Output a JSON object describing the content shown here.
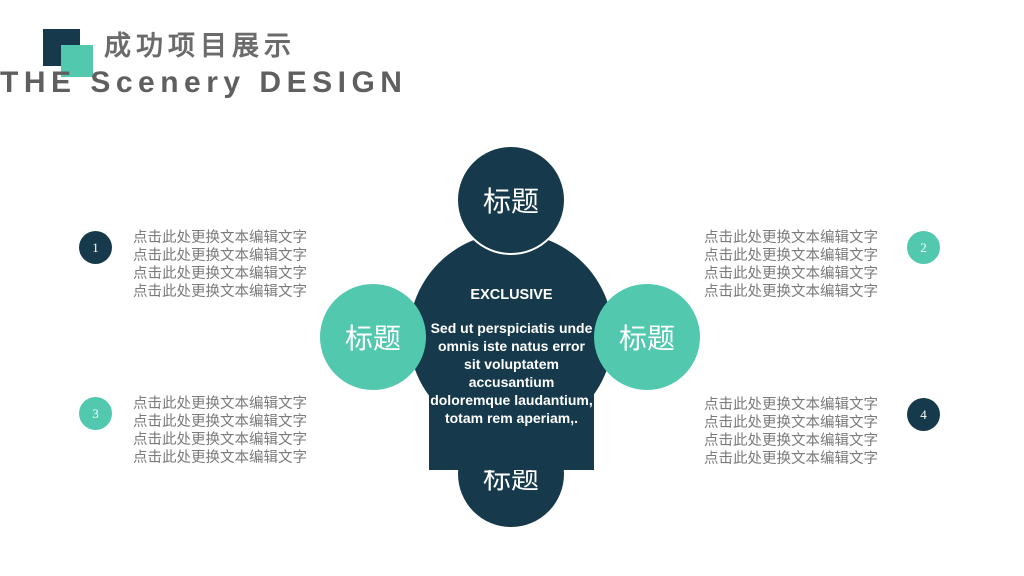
{
  "header": {
    "title_cn": "成功项目展示",
    "title_en": "THE Scenery DESIGN"
  },
  "diagram": {
    "top_label": "标题",
    "left_label": "标题",
    "right_label": "标题",
    "bottom_label": "标题",
    "center_heading": "EXCLUSIVE",
    "center_paragraph": "Sed ut perspiciatis unde omnis iste natus error sit voluptatem accusantium doloremque laudantium, totam rem aperiam,."
  },
  "items": [
    {
      "number": "1",
      "lines": [
        "点击此处更换文本编辑文字",
        "点击此处更换文本编辑文字",
        "点击此处更换文本编辑文字",
        "点击此处更换文本编辑文字"
      ]
    },
    {
      "number": "2",
      "lines": [
        "点击此处更换文本编辑文字",
        "点击此处更换文本编辑文字",
        "点击此处更换文本编辑文字",
        "点击此处更换文本编辑文字"
      ]
    },
    {
      "number": "3",
      "lines": [
        "点击此处更换文本编辑文字",
        "点击此处更换文本编辑文字",
        "点击此处更换文本编辑文字",
        "点击此处更换文本编辑文字"
      ]
    },
    {
      "number": "4",
      "lines": [
        "点击此处更换文本编辑文字",
        "点击此处更换文本编辑文字",
        "点击此处更换文本编辑文字",
        "点击此处更换文本编辑文字"
      ]
    }
  ],
  "colors": {
    "dark": "#163a4b",
    "teal": "#52c8ae",
    "text_gray": "#7a7a7a"
  }
}
